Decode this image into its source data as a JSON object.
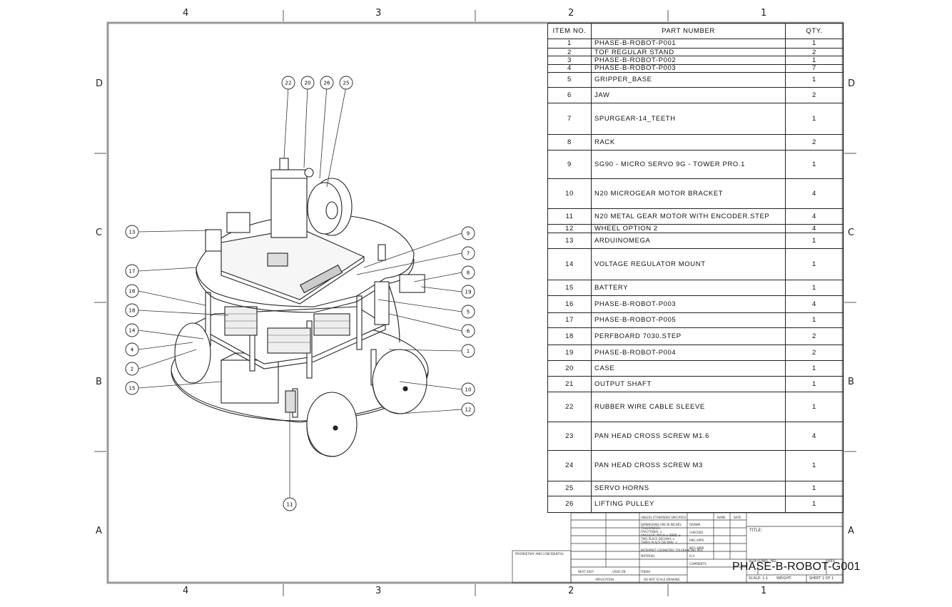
{
  "zones": {
    "columns": [
      "4",
      "3",
      "2",
      "1"
    ],
    "rows": [
      "D",
      "C",
      "B",
      "A"
    ]
  },
  "bom": {
    "headers": {
      "item": "ITEM NO.",
      "part": "PART NUMBER",
      "qty": "QTY."
    },
    "rows": [
      {
        "item": "1",
        "part": "PHASE-B-ROBOT-P001",
        "qty": "1"
      },
      {
        "item": "2",
        "part": "TOF REGULAR STAND",
        "qty": "2"
      },
      {
        "item": "3",
        "part": "PHASE-B-ROBOT-P002",
        "qty": "1"
      },
      {
        "item": "4",
        "part": "PHASE-B-ROBOT-P003",
        "qty": "7"
      },
      {
        "item": "5",
        "part": "GRIPPER_BASE",
        "qty": "1"
      },
      {
        "item": "6",
        "part": "JAW",
        "qty": "2"
      },
      {
        "item": "7",
        "part": "SPURGEAR-14_TEETH",
        "qty": "1"
      },
      {
        "item": "8",
        "part": "RACK",
        "qty": "2"
      },
      {
        "item": "9",
        "part": "SG90 - MICRO SERVO 9G - TOWER PRO.1",
        "qty": "1"
      },
      {
        "item": "10",
        "part": "N20 MICROGEAR MOTOR BRACKET",
        "qty": "4"
      },
      {
        "item": "11",
        "part": "N20 METAL GEAR MOTOR WITH ENCODER.STEP",
        "qty": "4"
      },
      {
        "item": "12",
        "part": "WHEEL OPTION 2",
        "qty": "4"
      },
      {
        "item": "13",
        "part": "ARDUINOMEGA",
        "qty": "1"
      },
      {
        "item": "14",
        "part": "VOLTAGE REGULATOR MOUNT",
        "qty": "1"
      },
      {
        "item": "15",
        "part": "BATTERY",
        "qty": "1"
      },
      {
        "item": "16",
        "part": "PHASE-B-ROBOT-P003",
        "qty": "4"
      },
      {
        "item": "17",
        "part": "PHASE-B-ROBOT-P005",
        "qty": "1"
      },
      {
        "item": "18",
        "part": "PERFBOARD 7030.STEP",
        "qty": "2"
      },
      {
        "item": "19",
        "part": "PHASE-B-ROBOT-P004",
        "qty": "2"
      },
      {
        "item": "20",
        "part": "CASE",
        "qty": "1"
      },
      {
        "item": "21",
        "part": "OUTPUT SHAFT",
        "qty": "1"
      },
      {
        "item": "22",
        "part": "RUBBER WIRE CABLE SLEEVE",
        "qty": "1"
      },
      {
        "item": "23",
        "part": "PAN HEAD CROSS SCREW M1.6",
        "qty": "4"
      },
      {
        "item": "24",
        "part": "PAN HEAD CROSS SCREW M3",
        "qty": "1"
      },
      {
        "item": "25",
        "part": "SERVO HORNS",
        "qty": "1"
      },
      {
        "item": "26",
        "part": "LIFTING PULLEY",
        "qty": "1"
      }
    ]
  },
  "balloons": [
    "22",
    "20",
    "26",
    "25",
    "13",
    "17",
    "16",
    "18",
    "14",
    "4",
    "2",
    "15",
    "9",
    "7",
    "8",
    "19",
    "5",
    "6",
    "1",
    "10",
    "12",
    "11"
  ],
  "title_block": {
    "dwg_no": "PHASE-B-ROBOT-G001",
    "title_label": "TITLE:",
    "drawn": "DRAWN",
    "checked": "CHECKED",
    "eng_appr": "ENG APPR.",
    "mfg_appr": "MFG APPR.",
    "qa": "Q.A.",
    "comments": "COMMENTS:",
    "name": "NAME",
    "date": "DATE",
    "size": "SIZE",
    "dwg_no_label": "DWG. NO.",
    "rev": "REV",
    "scale": "SCALE: 1:1",
    "weight": "WEIGHT:",
    "sheet": "SHEET 1 OF 1",
    "application": "APPLICATION",
    "next_assy": "NEXT ASSY",
    "used_on": "USED ON",
    "do_not_scale": "DO NOT SCALE DRAWING",
    "unless": "UNLESS OTHERWISE SPECIFIED:",
    "dims": "DIMENSIONS ARE IN INCHES",
    "tolerances": "TOLERANCES:",
    "fractional": "FRACTIONAL ±",
    "angular": "ANGULAR: MACH ±  BEND ±",
    "two_place": "TWO PLACE DECIMAL ±",
    "three_place": "THREE PLACE DECIMAL ±",
    "interpret": "INTERPRET GEOMETRIC TOLERANCING PER:",
    "material": "MATERIAL",
    "finish": "FINISH",
    "proprietary": "PROPRIETARY AND CONFIDENTIAL"
  }
}
